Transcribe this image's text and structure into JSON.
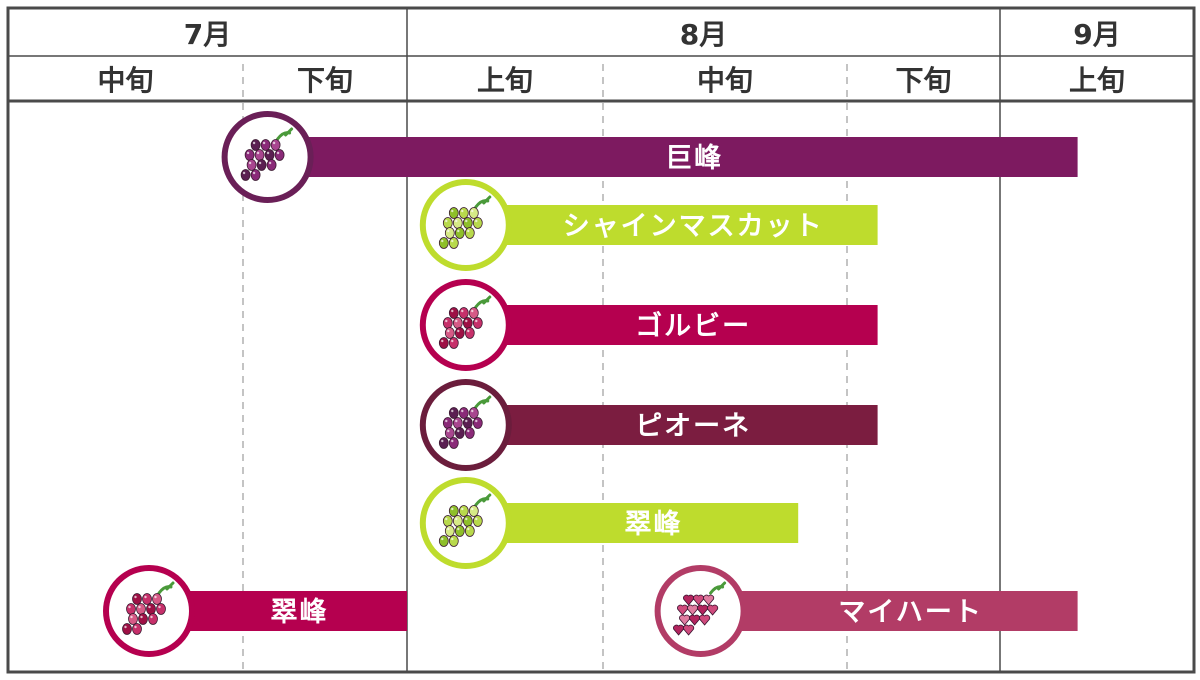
{
  "chart_data": {
    "type": "gantt",
    "months": [
      {
        "label": "7月",
        "periods": [
          "中旬",
          "下旬"
        ]
      },
      {
        "label": "8月",
        "periods": [
          "上旬",
          "中旬",
          "下旬"
        ]
      },
      {
        "label": "9月",
        "periods": [
          "上旬"
        ]
      }
    ],
    "periods": [
      "7月中旬",
      "7月下旬",
      "8月上旬",
      "8月中旬",
      "8月下旬",
      "9月上旬"
    ],
    "series": [
      {
        "name": "巨峰",
        "start": 1.15,
        "end": 5.4,
        "bar_color": "#7d1a60",
        "ring_color": "#6a1f57",
        "grape": "purple"
      },
      {
        "name": "シャインマスカット",
        "start": 2.3,
        "end": 4.2,
        "bar_color": "#bedc2d",
        "ring_color": "#bedc2d",
        "grape": "green"
      },
      {
        "name": "ゴルビー",
        "start": 2.3,
        "end": 4.2,
        "bar_color": "#b5004f",
        "ring_color": "#b5004f",
        "grape": "red"
      },
      {
        "name": "ピオーネ",
        "start": 2.3,
        "end": 4.2,
        "bar_color": "#7b1d40",
        "ring_color": "#6b1d3c",
        "grape": "purple"
      },
      {
        "name": "翠峰",
        "start": 2.3,
        "end": 3.8,
        "bar_color": "#bedc2d",
        "ring_color": "#bedc2d",
        "grape": "green"
      },
      {
        "name": "翠峰",
        "start": 0.6,
        "end": 2.0,
        "bar_color": "#b5004f",
        "ring_color": "#b5004f",
        "grape": "red"
      },
      {
        "name": "マイハート",
        "start": 3.4,
        "end": 5.4,
        "bar_color": "#b23c66",
        "ring_color": "#b23c66",
        "grape": "heart"
      }
    ]
  }
}
